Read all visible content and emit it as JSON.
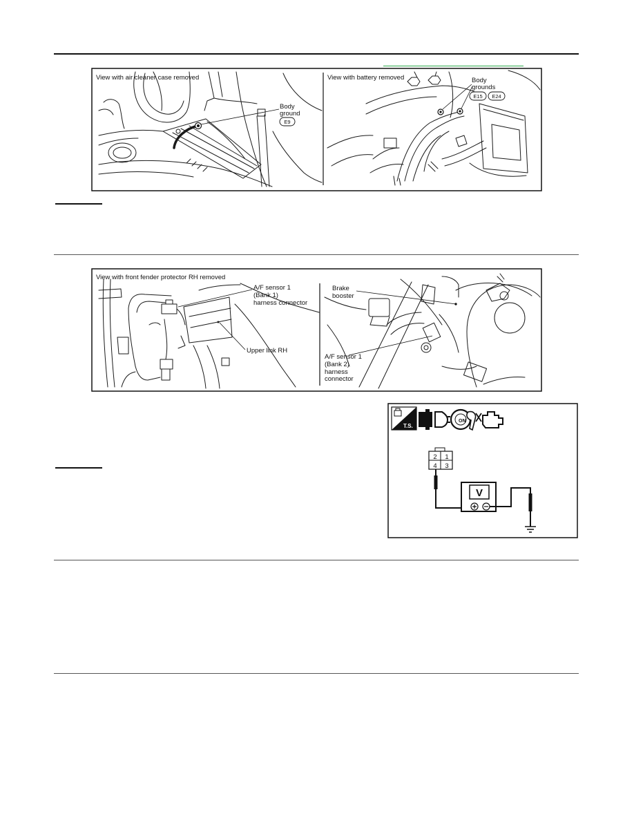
{
  "colors": {
    "ink": "#111111",
    "link_underline": "#2aa84a"
  },
  "figure_air_cleaner_battery": {
    "left": {
      "caption": "View with air cleaner case removed",
      "callout": [
        "Body",
        "ground"
      ],
      "connector_id": "E9"
    },
    "right": {
      "caption": "View with battery removed",
      "callout": [
        "Body",
        "grounds"
      ],
      "connector_ids": [
        "E15",
        "E24"
      ]
    }
  },
  "figure_af_sensors": {
    "left": {
      "caption": "View with front fender protector RH removed",
      "sensor_callout": [
        "A/F sensor 1",
        "(Bank 1)",
        "harness connector"
      ],
      "link_callout": "Upper link RH"
    },
    "right": {
      "booster_callout": [
        "Brake",
        "booster"
      ],
      "sensor_callout": [
        "A/F sensor 1",
        "(Bank 2)",
        "harness",
        "connector"
      ]
    }
  },
  "figure_voltage_check": {
    "icons": [
      "test-station-icon",
      "connector-plug-icon",
      "connector-disconnected-icon",
      "ignition-on-icon",
      "engine-icon"
    ],
    "ts_label": "T.S.",
    "ignition_label": "ON",
    "connector_pins": {
      "top": [
        "2",
        "1"
      ],
      "bottom": [
        "4",
        "3"
      ]
    },
    "meter_label": "V"
  }
}
